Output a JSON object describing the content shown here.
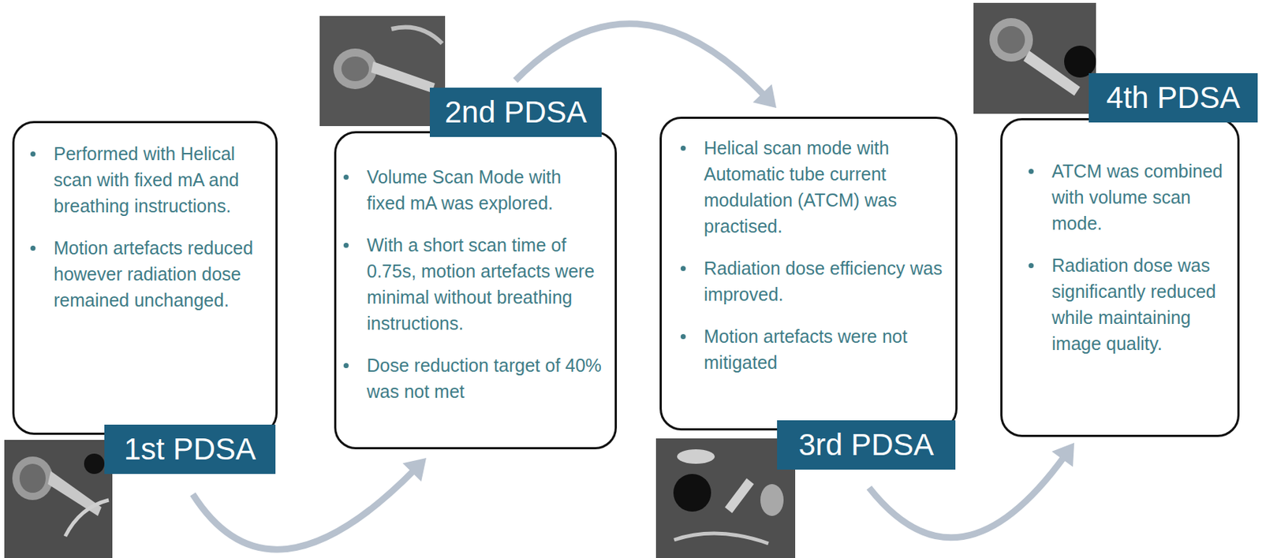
{
  "diagram": {
    "nodes": [
      {
        "text": [
          "1st PDSA",
          "Performed with Helical scan with fixed mA and breathing instructions.",
          "Motion artefacts reduced however radiation dose remained unchanged."
        ]
      },
      {
        "text": [
          "2nd PDSA",
          "Volume Scan Mode with fixed mA was explored.",
          "With a short scan time of 0.75s, motion artefacts were minimal without breathing instructions.",
          "Dose reduction target of 40% was not met"
        ]
      },
      {
        "text": [
          "3rd PDSA",
          "Helical scan mode with Automatic tube current modulation (ATCM) was practised.",
          "Radiation dose efficiency was improved.",
          "Motion artefacts were not mitigated"
        ]
      },
      {
        "text": [
          "4th PDSA",
          "ATCM was combined with volume scan mode.",
          "Radiation dose was significantly reduced while maintaining image quality."
        ]
      }
    ],
    "edges": [
      {
        "from": 0,
        "to": 1,
        "arrow": "to"
      },
      {
        "from": 1,
        "to": 2,
        "arrow": "to"
      },
      {
        "from": 2,
        "to": 3,
        "arrow": "to"
      }
    ]
  }
}
